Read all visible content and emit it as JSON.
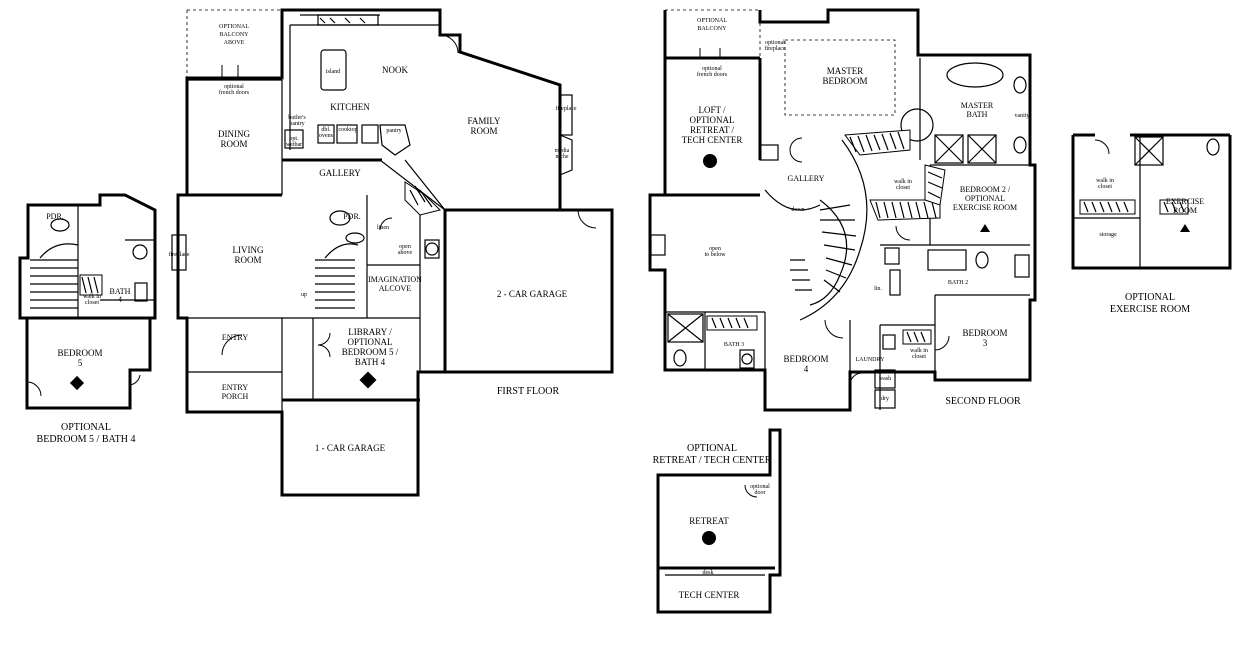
{
  "first_floor": {
    "caption": "FIRST FLOOR",
    "rooms": {
      "optional_balcony": "OPTIONAL\nBALCONY\nABOVE",
      "optional_french_doors": "optional\nfrench doors",
      "dining_room": "DINING\nROOM",
      "kitchen": "KITCHEN",
      "island": "island",
      "nook": "NOOK",
      "family_room": "FAMILY\nROOM",
      "fireplace_family": "fireplace",
      "media_niche": "media\nniche",
      "butlers_pantry": "butler's\npantry",
      "opt_wetbar": "opt.\nwetbar",
      "dbl_ovens": "dbl.\novens",
      "cooktop": "cooktop",
      "pantry": "pantry",
      "gallery": "GALLERY",
      "living_room": "LIVING\nROOM",
      "fireplace_living": "fireplace",
      "pdr": "PDR.",
      "linen": "linen",
      "open_above": "open\nabove",
      "imagination_alcove": "IMAGINATION\nALCOVE",
      "entry": "ENTRY",
      "entry_porch": "ENTRY\nPORCH",
      "library": "LIBRARY /\nOPTIONAL\nBEDROOM 5 /\nBATH 4",
      "two_car_garage": "2 - CAR GARAGE",
      "one_car_garage": "1 - CAR GARAGE",
      "up": "up"
    }
  },
  "optional_bedroom5": {
    "caption": "OPTIONAL\nBEDROOM 5 / BATH 4",
    "rooms": {
      "pdr": "PDR.",
      "bath4": "BATH\n4",
      "walk_in_closet": "walk in\ncloset",
      "bedroom5": "BEDROOM\n5"
    }
  },
  "second_floor": {
    "caption": "SECOND FLOOR",
    "rooms": {
      "optional_balcony": "OPTIONAL\nBALCONY",
      "optional_french_doors": "optional\nfrench doors",
      "optional_fireplace": "optional\nfireplace",
      "master_bedroom": "MASTER\nBEDROOM",
      "master_bath": "MASTER\nBATH",
      "vanity": "vanity",
      "loft": "LOFT /\nOPTIONAL\nRETREAT /\nTECH CENTER",
      "gallery": "GALLERY",
      "down": "down",
      "open_to_below": "open\nto below",
      "walk_in_closet_master": "walk in\ncloset",
      "bedroom2": "BEDROOM 2 /\nOPTIONAL\nEXERCISE ROOM",
      "bath2": "BATH 2",
      "lin": "lin.",
      "bath3": "BATH 3",
      "bedroom4": "BEDROOM\n4",
      "laundry": "LAUNDRY",
      "wash": "wash",
      "dry": "dry",
      "walk_in_closet_b3": "walk in\ncloset",
      "bedroom3": "BEDROOM\n3"
    }
  },
  "optional_retreat": {
    "caption": "OPTIONAL\nRETREAT / TECH CENTER",
    "rooms": {
      "retreat": "RETREAT",
      "optional_door": "optional\ndoor",
      "desk": "desk",
      "tech_center": "TECH CENTER"
    }
  },
  "optional_exercise": {
    "caption": "OPTIONAL\nEXERCISE ROOM",
    "rooms": {
      "walk_in_closet": "walk in\ncloset",
      "storage": "storage",
      "exercise_room": "EXERCISE\nROOM"
    }
  }
}
